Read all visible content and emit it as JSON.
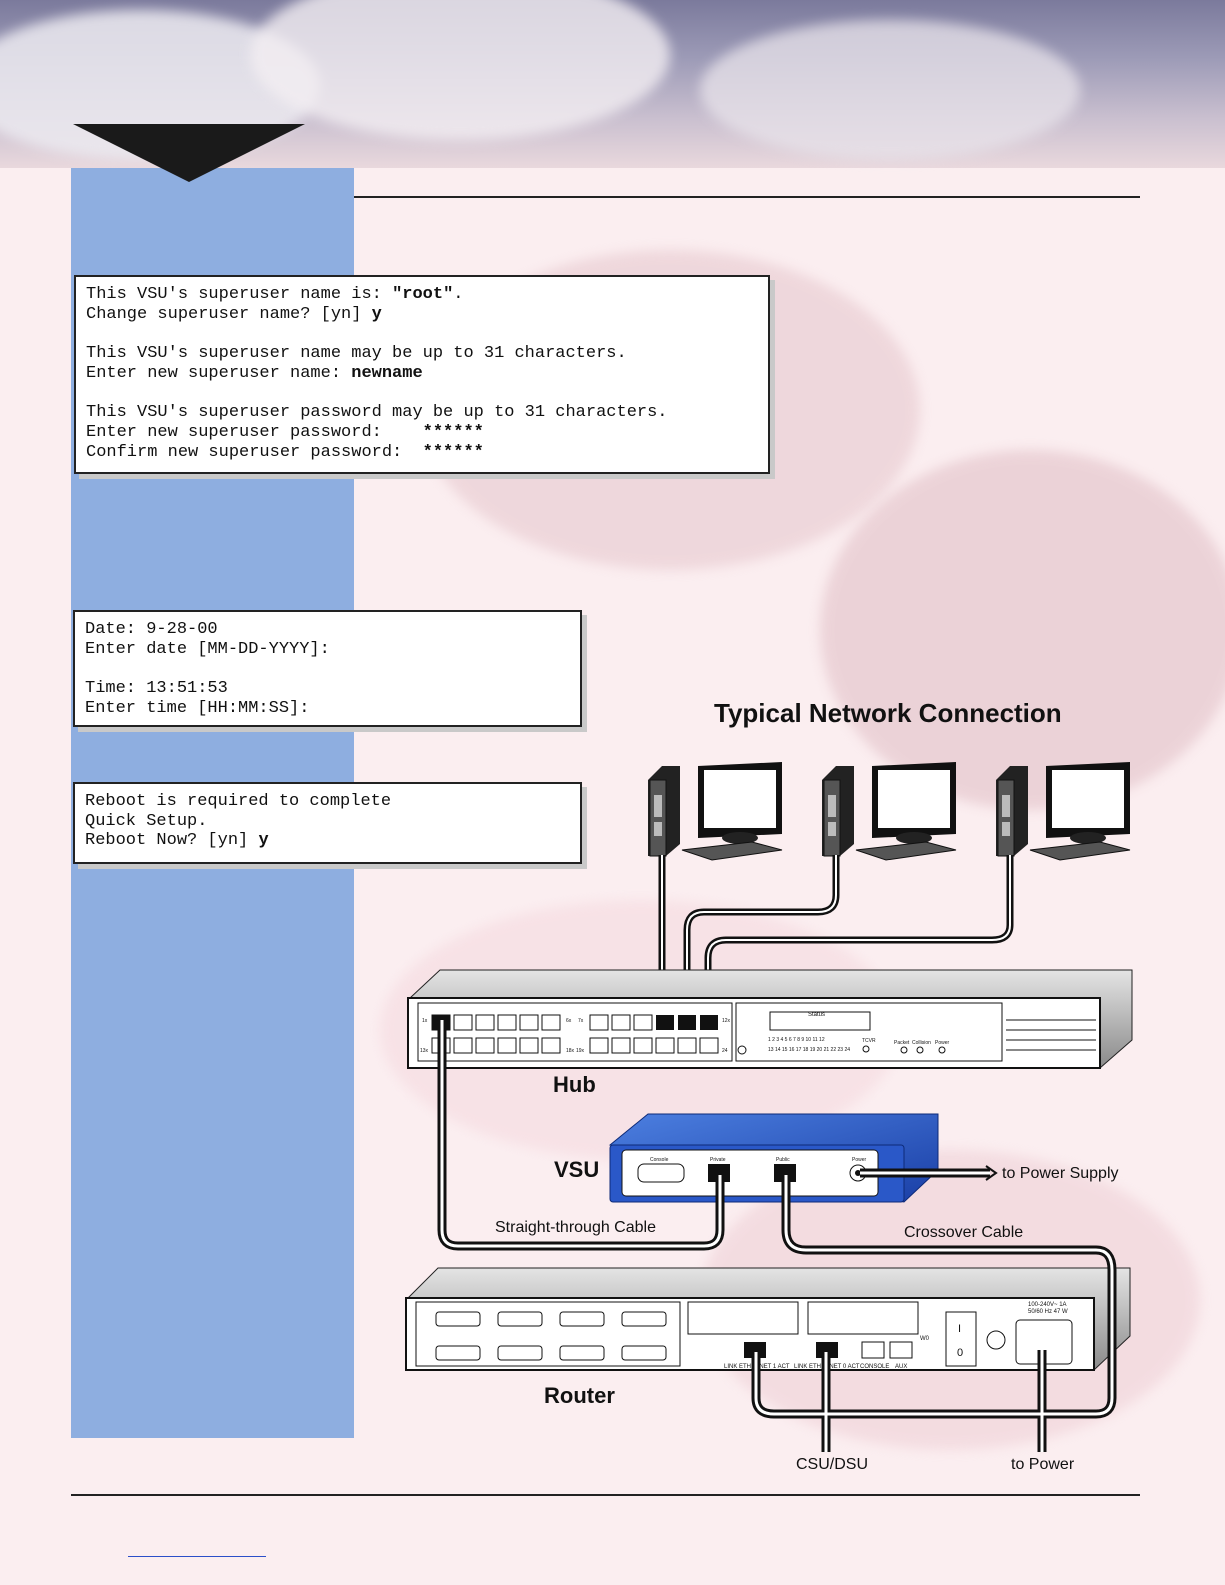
{
  "terminal_superuser": {
    "lines": [
      {
        "text": "This VSU's superuser name is: ",
        "bold": "\"root\"",
        "tail": "."
      },
      {
        "text": "Change superuser name? [yn] ",
        "bold": "y",
        "tail": ""
      },
      {
        "text": "",
        "bold": "",
        "tail": ""
      },
      {
        "text": "This VSU's superuser name may be up to 31 characters.",
        "bold": "",
        "tail": ""
      },
      {
        "text": "Enter new superuser name: ",
        "bold": "newname",
        "tail": ""
      },
      {
        "text": "",
        "bold": "",
        "tail": ""
      },
      {
        "text": "This VSU's superuser password may be up to 31 characters.",
        "bold": "",
        "tail": ""
      },
      {
        "text": "Enter new superuser password:    ",
        "bold": "******",
        "tail": ""
      },
      {
        "text": "Confirm new superuser password:  ",
        "bold": "******",
        "tail": ""
      }
    ]
  },
  "terminal_datetime": {
    "lines": [
      {
        "text": "Date: 9-28-00",
        "bold": "",
        "tail": ""
      },
      {
        "text": "Enter date [MM-DD-YYYY]:",
        "bold": "",
        "tail": ""
      },
      {
        "text": "",
        "bold": "",
        "tail": ""
      },
      {
        "text": "Time: 13:51:53",
        "bold": "",
        "tail": ""
      },
      {
        "text": "Enter time [HH:MM:SS]:",
        "bold": "",
        "tail": ""
      }
    ]
  },
  "terminal_reboot": {
    "lines": [
      {
        "text": "Reboot is required to complete",
        "bold": "",
        "tail": ""
      },
      {
        "text": "Quick Setup.",
        "bold": "",
        "tail": ""
      },
      {
        "text": "Reboot Now? [yn] ",
        "bold": "y",
        "tail": ""
      }
    ]
  },
  "diagram": {
    "title": "Typical Network Connection",
    "hub_label": "Hub",
    "vsu_label": "VSU",
    "router_label": "Router",
    "straight_cable": "Straight-through Cable",
    "crossover_cable": "Crossover Cable",
    "to_power_supply": "to Power Supply",
    "csu_dsu": "CSU/DSU",
    "to_power": "to Power",
    "hub_panel": {
      "status": "Status",
      "port_1x": "1x",
      "port_6x": "6x",
      "port_7x": "7x",
      "port_12x": "12x",
      "port_13x": "13x",
      "port_18x": "18x",
      "port_19x": "19x",
      "port_24": "24",
      "numbers_top": "1  2  3  4  5  6  7  8  9  10  11  12",
      "numbers_bottom": "13 14 15 16 17 18 19 20 21 22 23 24",
      "tcvr": "TCVR",
      "packet": "Packet",
      "collision": "Collision",
      "power": "Power"
    },
    "vsu_panel": {
      "console": "Console",
      "private": "Private",
      "public": "Public",
      "power": "Power"
    },
    "router_panel": {
      "link_eth1": "LINK ETHERNET 1 ACT",
      "link_eth0": "LINK ETHERNET 0 ACT",
      "console": "CONSOLE",
      "aux": "AUX",
      "w0": "W0",
      "power_rating": "100-240V~ 1A",
      "power_rating2": "50/60 Hz  47 W",
      "switch_on": "I",
      "switch_off": "0"
    }
  }
}
